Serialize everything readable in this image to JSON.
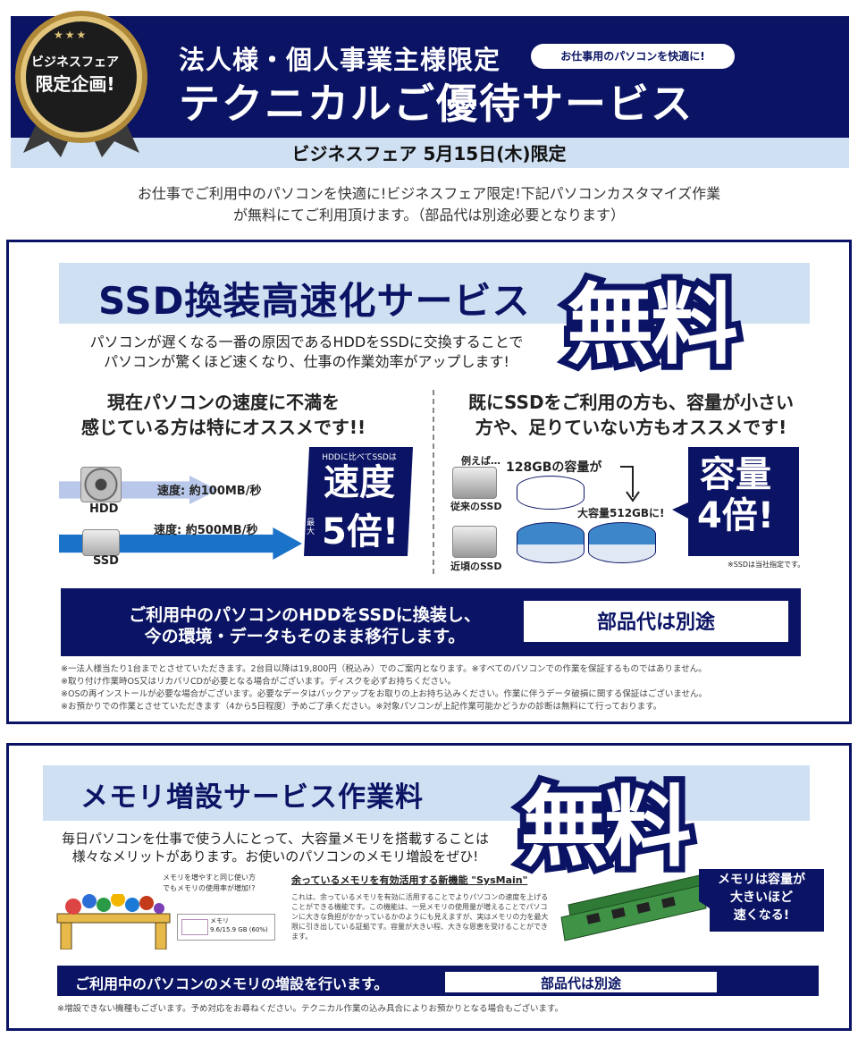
{
  "colors": {
    "navy": "#0b1464",
    "light_blue": "#cfe0f3",
    "ssd_blue": "#1a73c8"
  },
  "header": {
    "badge_line1": "ビジネスフェア",
    "badge_line2": "限定企画!",
    "badge_stars": "★★★",
    "title_small": "法人様・個人事業主様限定",
    "pill": "お仕事用のパソコンを快適に!",
    "title_big": "テクニカルご優待サービス",
    "date": "ビジネスフェア 5月15日(木)限定",
    "intro_line1": "お仕事でご利用中のパソコンを快適に!ビジネスフェア限定!下記パソコンカスタマイズ作業",
    "intro_line2": "が無料にてご利用頂けます。（部品代は別途必要となります）"
  },
  "ssd": {
    "title": "SSD換装高速化サービス",
    "free": "無料",
    "desc_line1": "パソコンが遅くなる一番の原因であるHDDをSSDに交換することで",
    "desc_line2": "パソコンが驚くほど速くなり、仕事の作業効率がアップします!",
    "left_head_line1": "現在パソコンの速度に不満を",
    "left_head_line2": "感じている方は特にオススメです!!",
    "right_head_line1": "既にSSDをご利用の方も、容量が小さい",
    "right_head_line2": "方や、足りていない方もオススメです!",
    "hdd_label": "HDD",
    "ssd_label": "SSD",
    "hdd_speed": "速度: 約100MB/秒",
    "ssd_speed": "速度: 約500MB/秒",
    "speed_caption": "HDDに比べてSSDは",
    "speed_line1": "速度",
    "speed_saidai": "最大",
    "speed_line2": "5倍!",
    "example_label": "例えば…",
    "old_label": "従来のSSD",
    "new_label": "近頃のSSD",
    "cap_128": "128GBの容量が",
    "cap_512": "大容量512GBに!",
    "cap_line1": "容量",
    "cap_line2": "4倍!",
    "cap_note": "※SSDは当社指定です。",
    "bar_line1": "ご利用中のパソコンのHDDをSSDに換装し、",
    "bar_line2": "今の環境・データもそのまま移行します。",
    "parts": "部品代は別途",
    "notes": [
      "※一法人様当たり1台までとさせていただきます。2台目以降は19,800円（税込み）でのご案内となります。※すべてのパソコンでの作業を保証するものではありません。",
      "※取り付け作業時OS又はリカバリCDが必要となる場合がございます。ディスクを必ずお持ちください。",
      "※OSの再インストールが必要な場合がございます。必要なデータはバックアップをお取りの上お持ち込みください。作業に伴うデータ破損に関する保証はございません。",
      "※お預かりでの作業とさせていただきます（4から5日程度）予めご了承ください。※対象パソコンが上記作業可能かどうかの診断は無料にて行っております。"
    ]
  },
  "memory": {
    "title": "メモリ増設サービス作業料",
    "free": "無料",
    "desc_line1": "毎日パソコンを仕事で使う人にとって、大容量メモリを搭載することは",
    "desc_line2": "様々なメリットがあります。お使いのパソコンのメモリ増設をぜひ!",
    "question_line1": "メモリを増やすと同じ使い方",
    "question_line2": "でもメモリの使用率が増加!?",
    "box_label": "メモリ",
    "box_value": "9.6/15.9 GB (60%)",
    "sysmain_title": "余っているメモリを有効活用する新機能 \"SysMain\"",
    "sysmain_body": "これは、余っているメモリを有効に活用することでよりパソコンの速度を上げることができる機能です。この機能は、一見メモリの使用量が増えることでパソコンに大きな負担がかかっているかのようにも見えますが、実はメモリの力を最大限に引き出している証拠です。容量が大きい程、大きな恩恵を受けることができます。",
    "badge_line1": "メモリは容量が",
    "badge_line2": "大きいほど",
    "badge_line3": "速くなる!",
    "bar_text": "ご利用中のパソコンのメモリの増設を行います。",
    "parts": "部品代は別途",
    "note": "※増設できない機種もございます。予め対応をお尋ねください。テクニカル作業の込み具合によりお預かりとなる場合もございます。"
  }
}
